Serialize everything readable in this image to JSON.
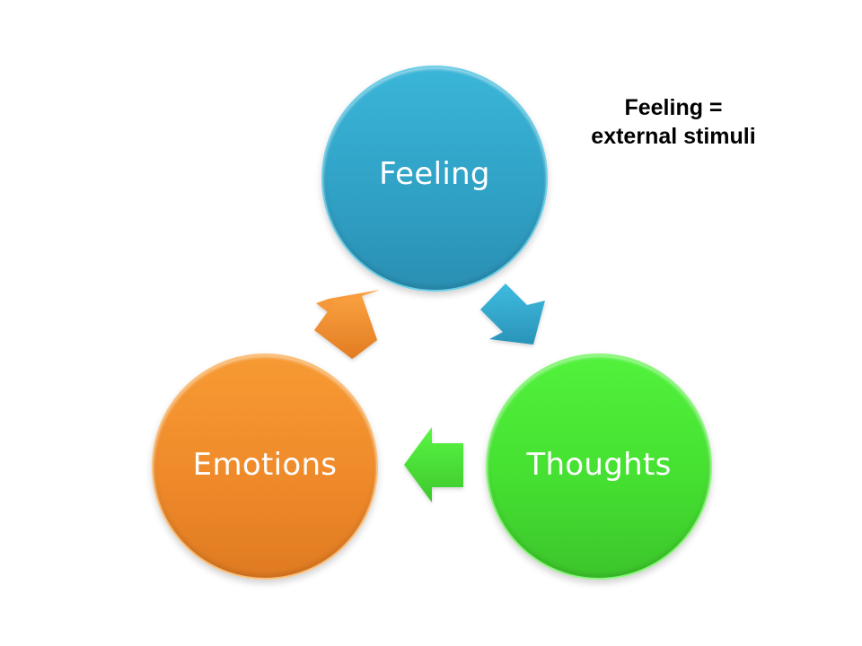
{
  "diagram": {
    "type": "cycle",
    "nodes": [
      {
        "id": "feeling",
        "label": "Feeling",
        "color": "#33aacf"
      },
      {
        "id": "thoughts",
        "label": "Thoughts",
        "color": "#46e033"
      },
      {
        "id": "emotions",
        "label": "Emotions",
        "color": "#f08b2b"
      }
    ],
    "edges": [
      {
        "from": "feeling",
        "to": "thoughts",
        "color": "#33aacf"
      },
      {
        "from": "thoughts",
        "to": "emotions",
        "color": "#46e033"
      },
      {
        "from": "emotions",
        "to": "feeling",
        "color": "#f08b2b"
      }
    ]
  },
  "note": {
    "line1": "Feeling =",
    "line2": "external stimuli"
  }
}
